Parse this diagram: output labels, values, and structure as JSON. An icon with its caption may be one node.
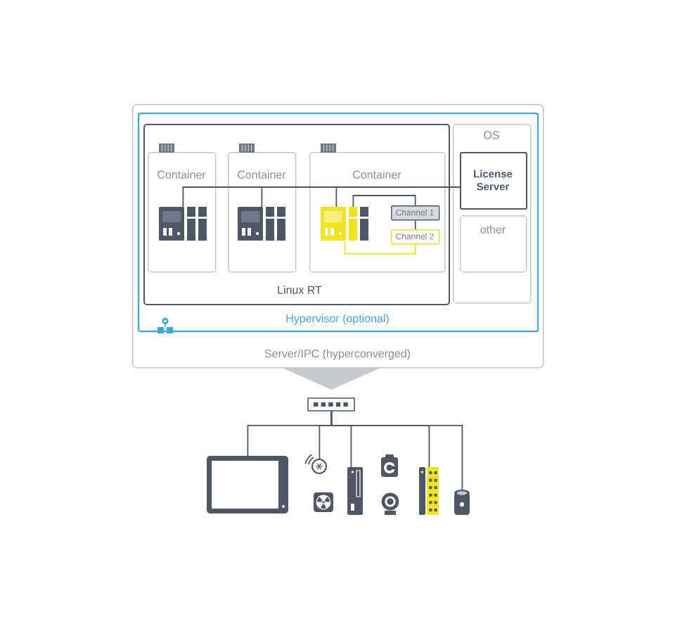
{
  "diagram": {
    "nodes": [
      {
        "text": [
          "Server/IPC (hyperconverged)"
        ]
      },
      {
        "text": [
          "Hypervisor (optional)"
        ],
        "in": 0
      },
      {
        "text": [
          "Linux RT"
        ],
        "in": 1
      },
      {
        "text": [
          "Container"
        ],
        "in": 2
      },
      {
        "text": [
          "Container"
        ],
        "in": 2
      },
      {
        "text": [
          "Container"
        ],
        "in": 2
      },
      {
        "text": [],
        "shape": "picture",
        "in": 3
      },
      {
        "text": [],
        "shape": "picture",
        "in": 4
      },
      {
        "text": [],
        "shape": "picture",
        "in": 5
      },
      {
        "text": [
          "Channel 1"
        ],
        "in": 5
      },
      {
        "text": [
          "Channel 2"
        ],
        "in": 5
      },
      {
        "text": [
          "OS"
        ],
        "in": 1
      },
      {
        "text": [
          "License Server"
        ],
        "in": 11
      },
      {
        "text": [
          "other"
        ],
        "in": 11
      },
      {
        "text": [],
        "shape": "picture"
      },
      {
        "text": [],
        "shape": "picture"
      },
      {
        "text": [],
        "shape": "picture"
      },
      {
        "text": [],
        "shape": "picture"
      },
      {
        "text": [],
        "shape": "picture"
      },
      {
        "text": [],
        "shape": "picture"
      },
      {
        "text": [],
        "shape": "picture"
      },
      {
        "text": [],
        "shape": "picture"
      },
      {
        "text": [],
        "shape": "picture"
      }
    ],
    "edges": [
      {
        "from": 0,
        "to": 14,
        "arrow": "to",
        "style": "thick",
        "color": "#c6c9cd"
      },
      {
        "from": 12,
        "to": 6,
        "arrow": "none"
      },
      {
        "from": 12,
        "to": 7,
        "arrow": "none"
      },
      {
        "from": 12,
        "to": 8,
        "arrow": "none"
      },
      {
        "from": 8,
        "to": 9,
        "arrow": "none"
      },
      {
        "from": 9,
        "to": 10,
        "arrow": "none"
      },
      {
        "from": 8,
        "to": 10,
        "arrow": "none",
        "color": "#f2e31b"
      },
      {
        "from": 14,
        "to": 15,
        "arrow": "none"
      },
      {
        "from": 14,
        "to": 16,
        "arrow": "none"
      },
      {
        "from": 14,
        "to": 18,
        "arrow": "none"
      },
      {
        "from": 14,
        "to": 21,
        "arrow": "none"
      },
      {
        "from": 14,
        "to": 22,
        "arrow": "none"
      }
    ]
  }
}
